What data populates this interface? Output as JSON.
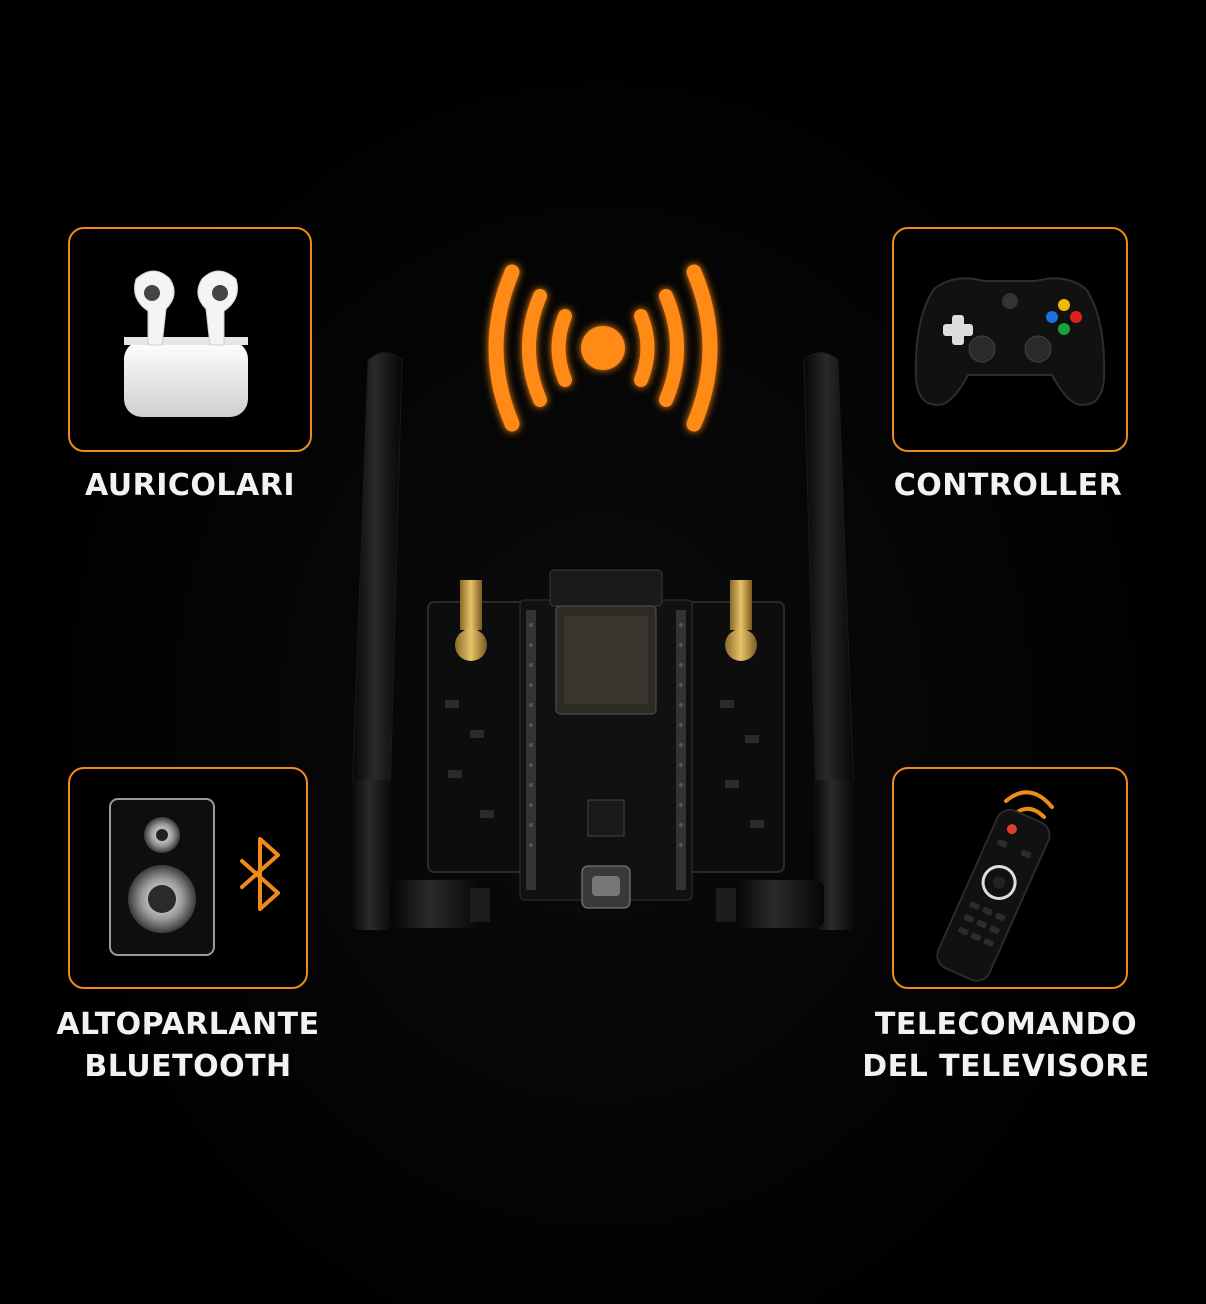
{
  "devices": {
    "earbuds": {
      "label_lines": [
        "AURICOLARI"
      ],
      "icon": "earbuds-icon"
    },
    "controller": {
      "label_lines": [
        "CONTROLLER"
      ],
      "icon": "gamepad-icon"
    },
    "speaker": {
      "label_lines": [
        "ALTOPARLANTE",
        "BLUETOOTH"
      ],
      "icon": "speaker-icon"
    },
    "remote": {
      "label_lines": [
        "TELECOMANDO",
        "DEL TELEVISORE"
      ],
      "icon": "remote-control-icon"
    }
  },
  "center": {
    "signal_icon": "wireless-signal-icon",
    "board_icon": "dev-board-icon"
  },
  "colors": {
    "accent": "#f08a1c",
    "background": "#000000",
    "text": "#f2f2f2"
  }
}
